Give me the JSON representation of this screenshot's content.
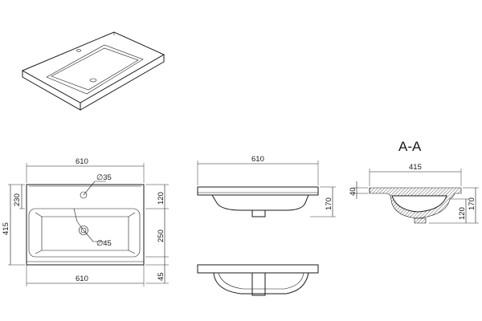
{
  "section_title": "A-A",
  "front_view": {
    "width_top": "610",
    "width_bottom": "610",
    "height_total": "415",
    "height_left_inner": "230",
    "right_top": "120",
    "right_middle": "250",
    "right_bottom": "45",
    "hole_small": "∅35",
    "hole_large": "∅45"
  },
  "side_view": {
    "width": "610",
    "height": "170"
  },
  "section_view": {
    "width": "415",
    "rim": "40",
    "height_inner": "120",
    "height_outer": "170"
  }
}
